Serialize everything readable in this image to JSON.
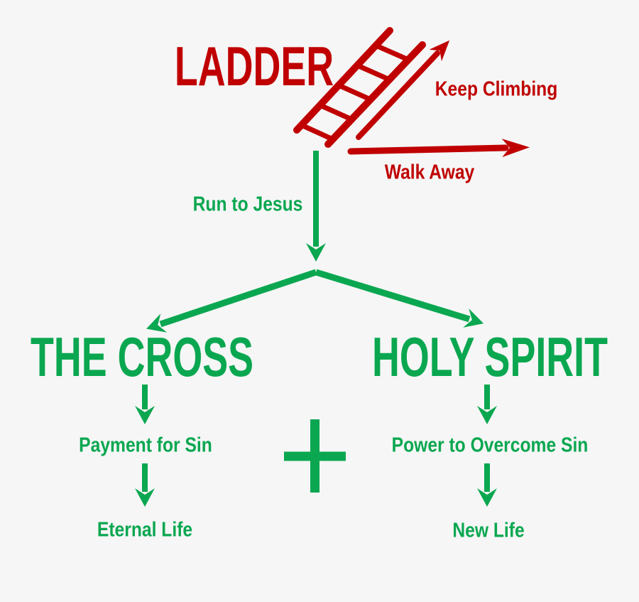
{
  "diagram": {
    "title": "LADDER",
    "top_section": {
      "keep_climbing_label": "Keep Climbing",
      "walk_away_label": "Walk Away",
      "run_to_jesus_label": "Run to Jesus"
    },
    "left_path": {
      "heading": "THE CROSS",
      "step1": "Payment for Sin",
      "step2": "Eternal Life"
    },
    "right_path": {
      "heading": "HOLY SPIRIT",
      "step1": "Power to Overcome Sin",
      "step2": "New Life"
    },
    "connector": {
      "plus_symbol": "+"
    },
    "icons": {
      "ladder": "ladder-icon",
      "plus": "plus-icon",
      "up_right_arrow": "keep-climbing-arrow-icon",
      "right_arrow": "walk-away-arrow-icon",
      "down_arrow": "down-arrow-icon"
    },
    "colors": {
      "red": "#c00000",
      "green": "#0aa750",
      "background": "#f6f6f6"
    }
  }
}
